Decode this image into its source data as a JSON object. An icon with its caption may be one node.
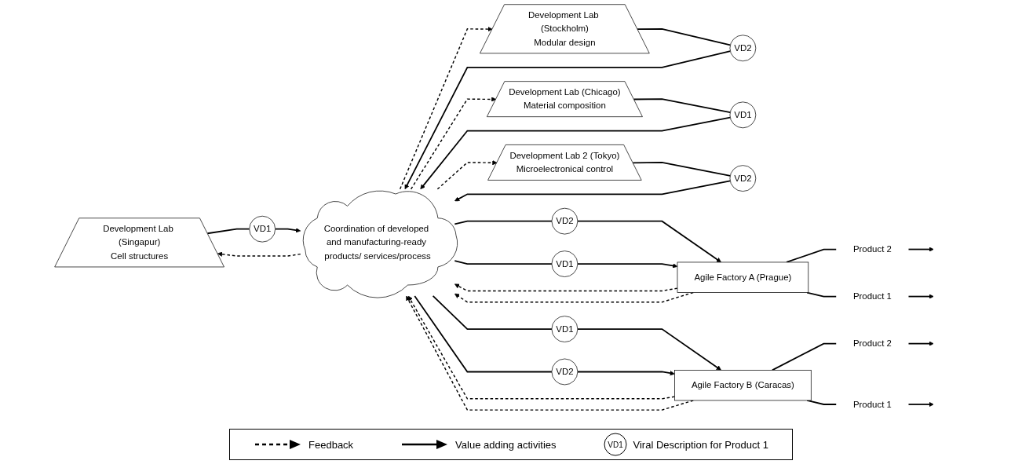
{
  "diagram": {
    "nodes": [
      {
        "text": [
          "Development Lab (Singapur)",
          "Cell structures"
        ]
      },
      {
        "text": [
          "Development Lab (Stockholm)",
          "Modular design"
        ]
      },
      {
        "text": [
          "Coordination of developed and manufacturing-ready products/ services/process"
        ]
      },
      {
        "text": [
          "Development Lab (Chicago)",
          "Material composition"
        ]
      },
      {
        "text": [
          "Development Lab 2 (Tokyo)",
          "Microelectronical control"
        ]
      },
      {
        "text": [
          "VD1"
        ]
      },
      {
        "text": [
          "VD2"
        ]
      },
      {
        "text": [
          "VD1"
        ]
      },
      {
        "text": [
          "VD2"
        ]
      },
      {
        "text": [
          "VD2"
        ]
      },
      {
        "text": [
          "VD1"
        ]
      },
      {
        "text": [
          "VD1"
        ]
      },
      {
        "text": [
          "VD2"
        ]
      },
      {
        "text": [
          "Agile Factory A (Prague)"
        ]
      },
      {
        "text": [
          "Agile Factory B (Caracas)"
        ]
      },
      {
        "text": [
          "Product 2"
        ]
      },
      {
        "text": [
          "Product 1"
        ]
      },
      {
        "text": [
          "Product 2"
        ]
      },
      {
        "text": [
          "Product 1"
        ]
      }
    ],
    "edges": [
      {
        "from": 0,
        "to": 5,
        "arrow": "none"
      },
      {
        "from": 5,
        "to": 2,
        "arrow": "to"
      },
      {
        "from": 2,
        "to": 0,
        "arrow": "to",
        "style": "dashed"
      },
      {
        "from": 1,
        "to": 6,
        "arrow": "none"
      },
      {
        "from": 6,
        "to": 2,
        "arrow": "to"
      },
      {
        "from": 2,
        "to": 1,
        "arrow": "to",
        "style": "dashed"
      },
      {
        "from": 3,
        "to": 7,
        "arrow": "none"
      },
      {
        "from": 7,
        "to": 2,
        "arrow": "to"
      },
      {
        "from": 2,
        "to": 3,
        "arrow": "to",
        "style": "dashed"
      },
      {
        "from": 4,
        "to": 8,
        "arrow": "none"
      },
      {
        "from": 8,
        "to": 2,
        "arrow": "to"
      },
      {
        "from": 2,
        "to": 4,
        "arrow": "to",
        "style": "dashed"
      },
      {
        "from": 2,
        "to": 9,
        "arrow": "none"
      },
      {
        "from": 9,
        "to": 13,
        "arrow": "to"
      },
      {
        "from": 13,
        "to": 2,
        "arrow": "to",
        "style": "dashed"
      },
      {
        "from": 2,
        "to": 10,
        "arrow": "none"
      },
      {
        "from": 10,
        "to": 13,
        "arrow": "to"
      },
      {
        "from": 13,
        "to": 2,
        "arrow": "to",
        "style": "dashed"
      },
      {
        "from": 2,
        "to": 11,
        "arrow": "none"
      },
      {
        "from": 11,
        "to": 14,
        "arrow": "to"
      },
      {
        "from": 14,
        "to": 2,
        "arrow": "to",
        "style": "dashed"
      },
      {
        "from": 2,
        "to": 12,
        "arrow": "none"
      },
      {
        "from": 12,
        "to": 14,
        "arrow": "to"
      },
      {
        "from": 14,
        "to": 2,
        "arrow": "to",
        "style": "dashed"
      },
      {
        "from": 13,
        "to": 15,
        "arrow": "none"
      },
      {
        "from": 15,
        "to": null,
        "arrow": "to"
      },
      {
        "from": 13,
        "to": 16,
        "arrow": "none"
      },
      {
        "from": 16,
        "to": null,
        "arrow": "to"
      },
      {
        "from": 14,
        "to": 17,
        "arrow": "none"
      },
      {
        "from": 17,
        "to": null,
        "arrow": "to"
      },
      {
        "from": 14,
        "to": 18,
        "arrow": "none"
      },
      {
        "from": 18,
        "to": null,
        "arrow": "to"
      }
    ],
    "labels": [
      "VD1"
    ],
    "legend": [
      {
        "text": "Feedback"
      },
      {
        "text": "Value adding activities"
      },
      {
        "text": "Viral Description for Product 1"
      }
    ]
  }
}
